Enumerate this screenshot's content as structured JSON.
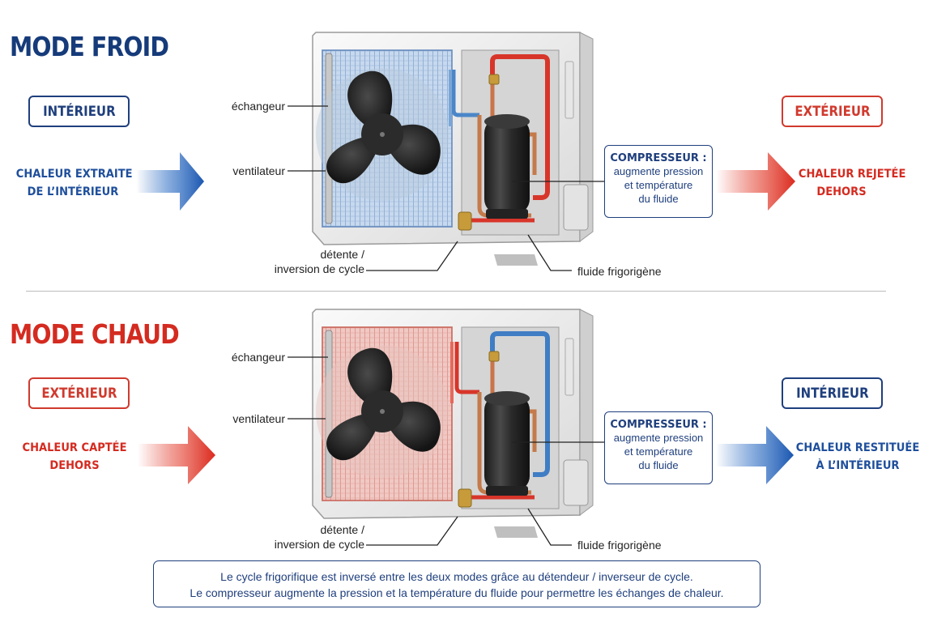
{
  "colors": {
    "blue": "#1f4f9c",
    "red": "#d42b20",
    "navy": "#163b7a"
  },
  "cooling": {
    "title": "MODE FROID",
    "left_box": "INTÉRIEUR",
    "right_box": "EXTÉRIEUR",
    "left_label": [
      "CHALEUR EXTRAITE",
      "DE L’INTÉRIEUR"
    ],
    "right_label": [
      "CHALEUR REJETÉE",
      "DEHORS"
    ],
    "coil_color": "blue",
    "labels": {
      "exchanger": "échangeur",
      "fan": "ventilateur",
      "expansion": [
        "détente /",
        "inversion de cycle"
      ],
      "refrigerant": "fluide frigorigène"
    },
    "compressor": {
      "title": "COMPRESSEUR :",
      "lines": [
        "augmente pression",
        "et température",
        "du fluide"
      ]
    }
  },
  "heating": {
    "title": "MODE CHAUD",
    "left_box": "EXTÉRIEUR",
    "right_box": "INTÉRIEUR",
    "left_label": [
      "CHALEUR CAPTÉE",
      "DEHORS"
    ],
    "right_label": [
      "CHALEUR RESTITUÉE",
      "À L’INTÉRIEUR"
    ],
    "coil_color": "red",
    "labels": {
      "exchanger": "échangeur",
      "fan": "ventilateur",
      "expansion": [
        "détente /",
        "inversion de cycle"
      ],
      "refrigerant": "fluide frigorigène"
    },
    "compressor": {
      "title": "COMPRESSEUR :",
      "lines": [
        "augmente pression",
        "et température",
        "du fluide"
      ]
    }
  },
  "note": [
    "Le cycle frigorifique est inversé entre les deux modes grâce au détendeur / inverseur de cycle.",
    "Le compresseur augmente la pression et la température du fluide pour permettre les échanges de chaleur."
  ]
}
